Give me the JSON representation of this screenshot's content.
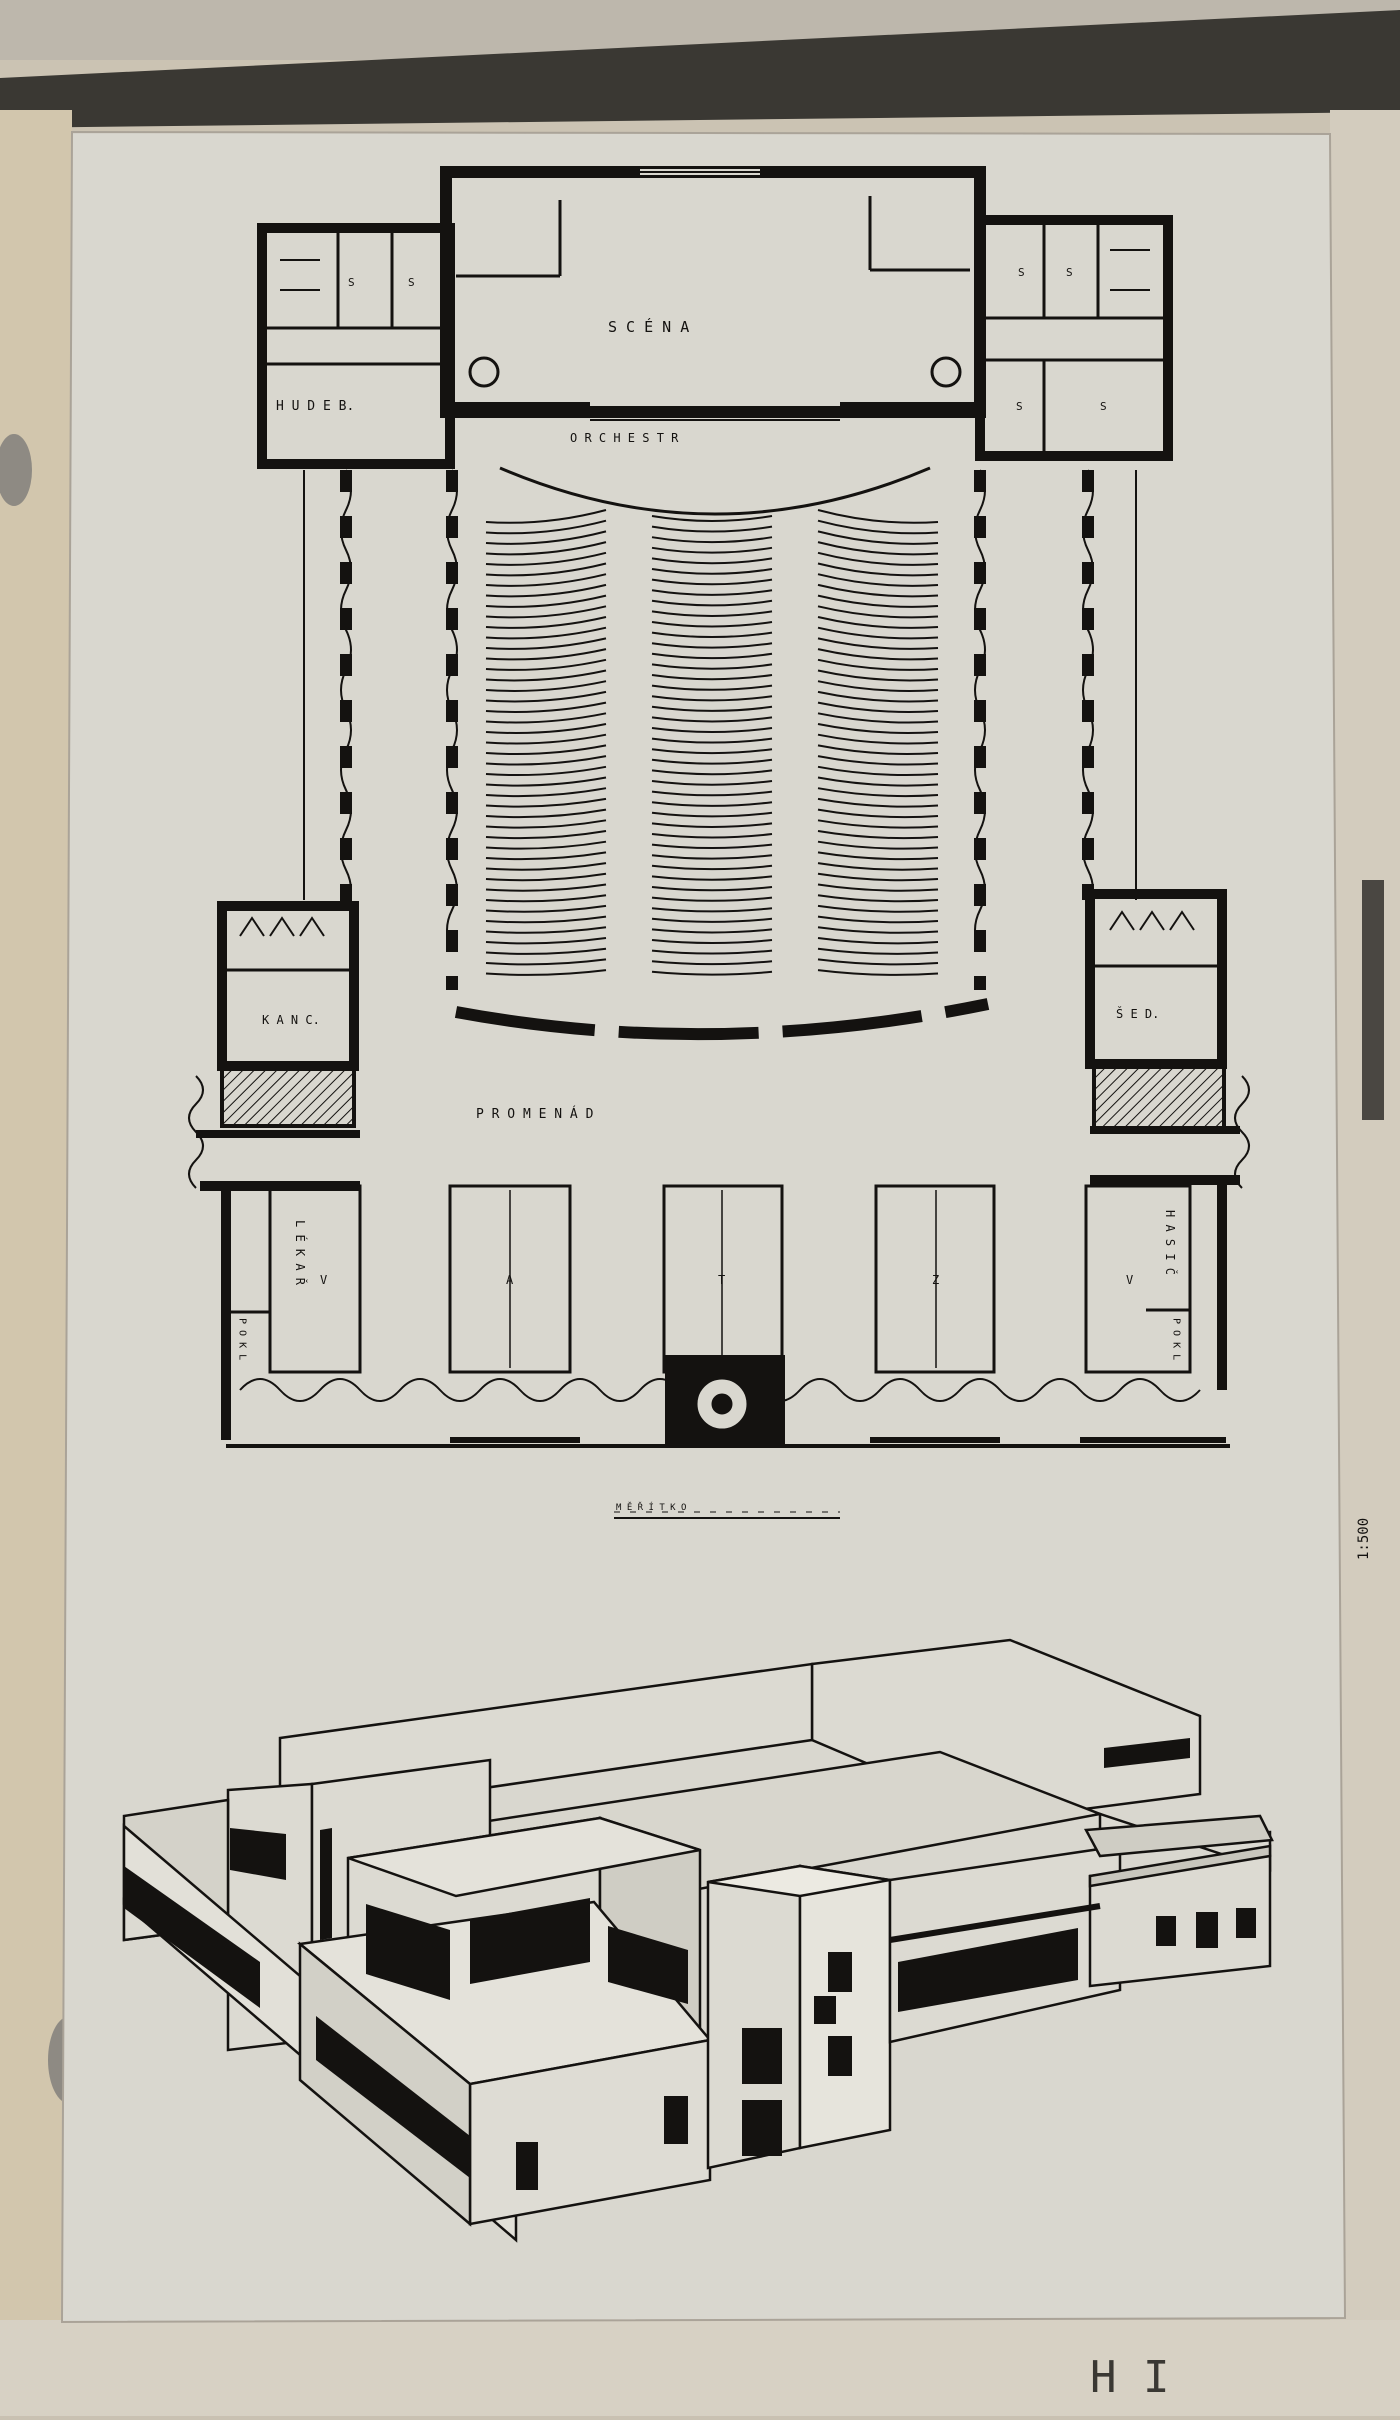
{
  "image": {
    "subject": "architectural drawing sheet mounted on board",
    "views": [
      "floor-plan",
      "axonometric-view"
    ]
  },
  "plan_labels": {
    "stage": "S C É N A",
    "orchestra": "O R C H E S T R",
    "promenade": "P R O M E N Á D",
    "dressing_room": "H U D E B.",
    "office": "K A N C.",
    "bar_right": "Š E D.",
    "doctor": "L É K A Ř",
    "firemen": "H A S I Č",
    "toilet_left": "P O K L",
    "toilet_right": "P O K L",
    "cloak_a": "A",
    "cloak_b": "T",
    "cloak_c": "Z",
    "cloak_d": "V",
    "cloak_e": "V",
    "room_s1": "S",
    "room_s2": "S",
    "room_s3": "S",
    "room_s4": "S",
    "room_s5": "S",
    "room_s6": "S",
    "scale_caption": "M Ě Ř Í T K O"
  },
  "margin_marks": {
    "right_edge_number": "1:500",
    "bottom_handwriting": "H I"
  },
  "colors": {
    "board": "#c9c1b2",
    "paper": "#d9d7cf",
    "ink": "#141210",
    "dark_strip": "#3a3833"
  }
}
